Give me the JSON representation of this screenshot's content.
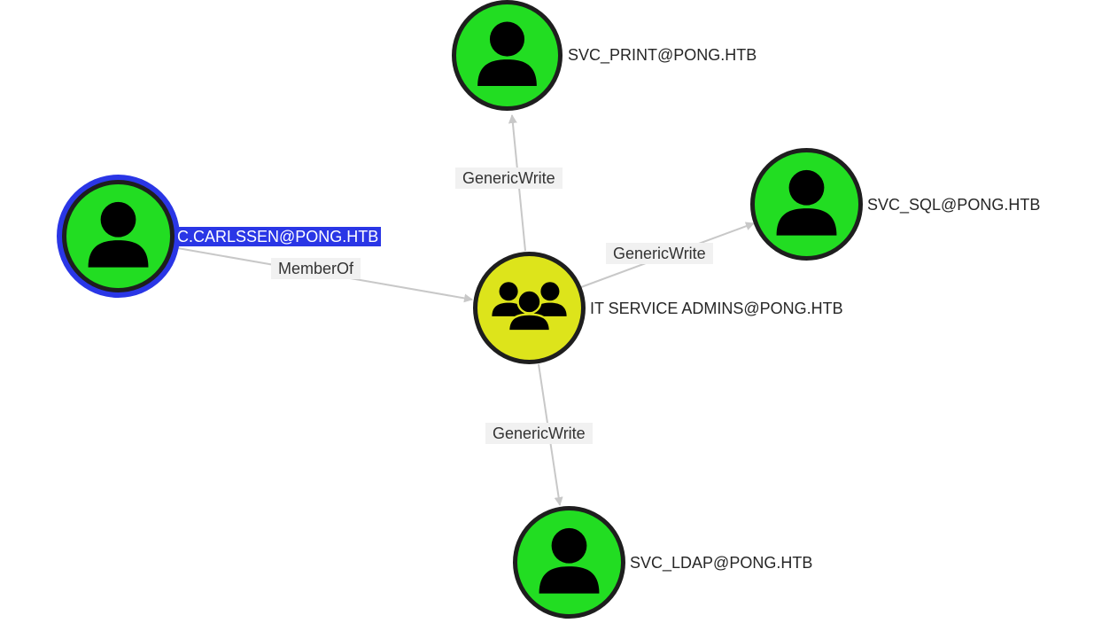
{
  "graph": {
    "nodes": {
      "carlssen": {
        "label": "C.CARLSSEN@PONG.HTB",
        "type": "user",
        "selected": true,
        "icon": "user-icon"
      },
      "it_service_admins": {
        "label": "IT SERVICE ADMINS@PONG.HTB",
        "type": "group",
        "icon": "group-icon"
      },
      "svc_print": {
        "label": "SVC_PRINT@PONG.HTB",
        "type": "user",
        "icon": "user-icon"
      },
      "svc_sql": {
        "label": "SVC_SQL@PONG.HTB",
        "type": "user",
        "icon": "user-icon"
      },
      "svc_ldap": {
        "label": "SVC_LDAP@PONG.HTB",
        "type": "user",
        "icon": "user-icon"
      }
    },
    "edges": [
      {
        "from": "C.CARLSSEN@PONG.HTB",
        "to": "IT SERVICE ADMINS@PONG.HTB",
        "label": "MemberOf"
      },
      {
        "from": "IT SERVICE ADMINS@PONG.HTB",
        "to": "SVC_PRINT@PONG.HTB",
        "label": "GenericWrite"
      },
      {
        "from": "IT SERVICE ADMINS@PONG.HTB",
        "to": "SVC_SQL@PONG.HTB",
        "label": "GenericWrite"
      },
      {
        "from": "IT SERVICE ADMINS@PONG.HTB",
        "to": "SVC_LDAP@PONG.HTB",
        "label": "GenericWrite"
      }
    ]
  },
  "colors": {
    "user_node": "#22dd22",
    "group_node": "#dde41b",
    "node_border": "#1e1e1e",
    "selection": "#2a36e6",
    "edge": "#c8c8c8",
    "edge_label_bg": "#f1f1f1"
  }
}
